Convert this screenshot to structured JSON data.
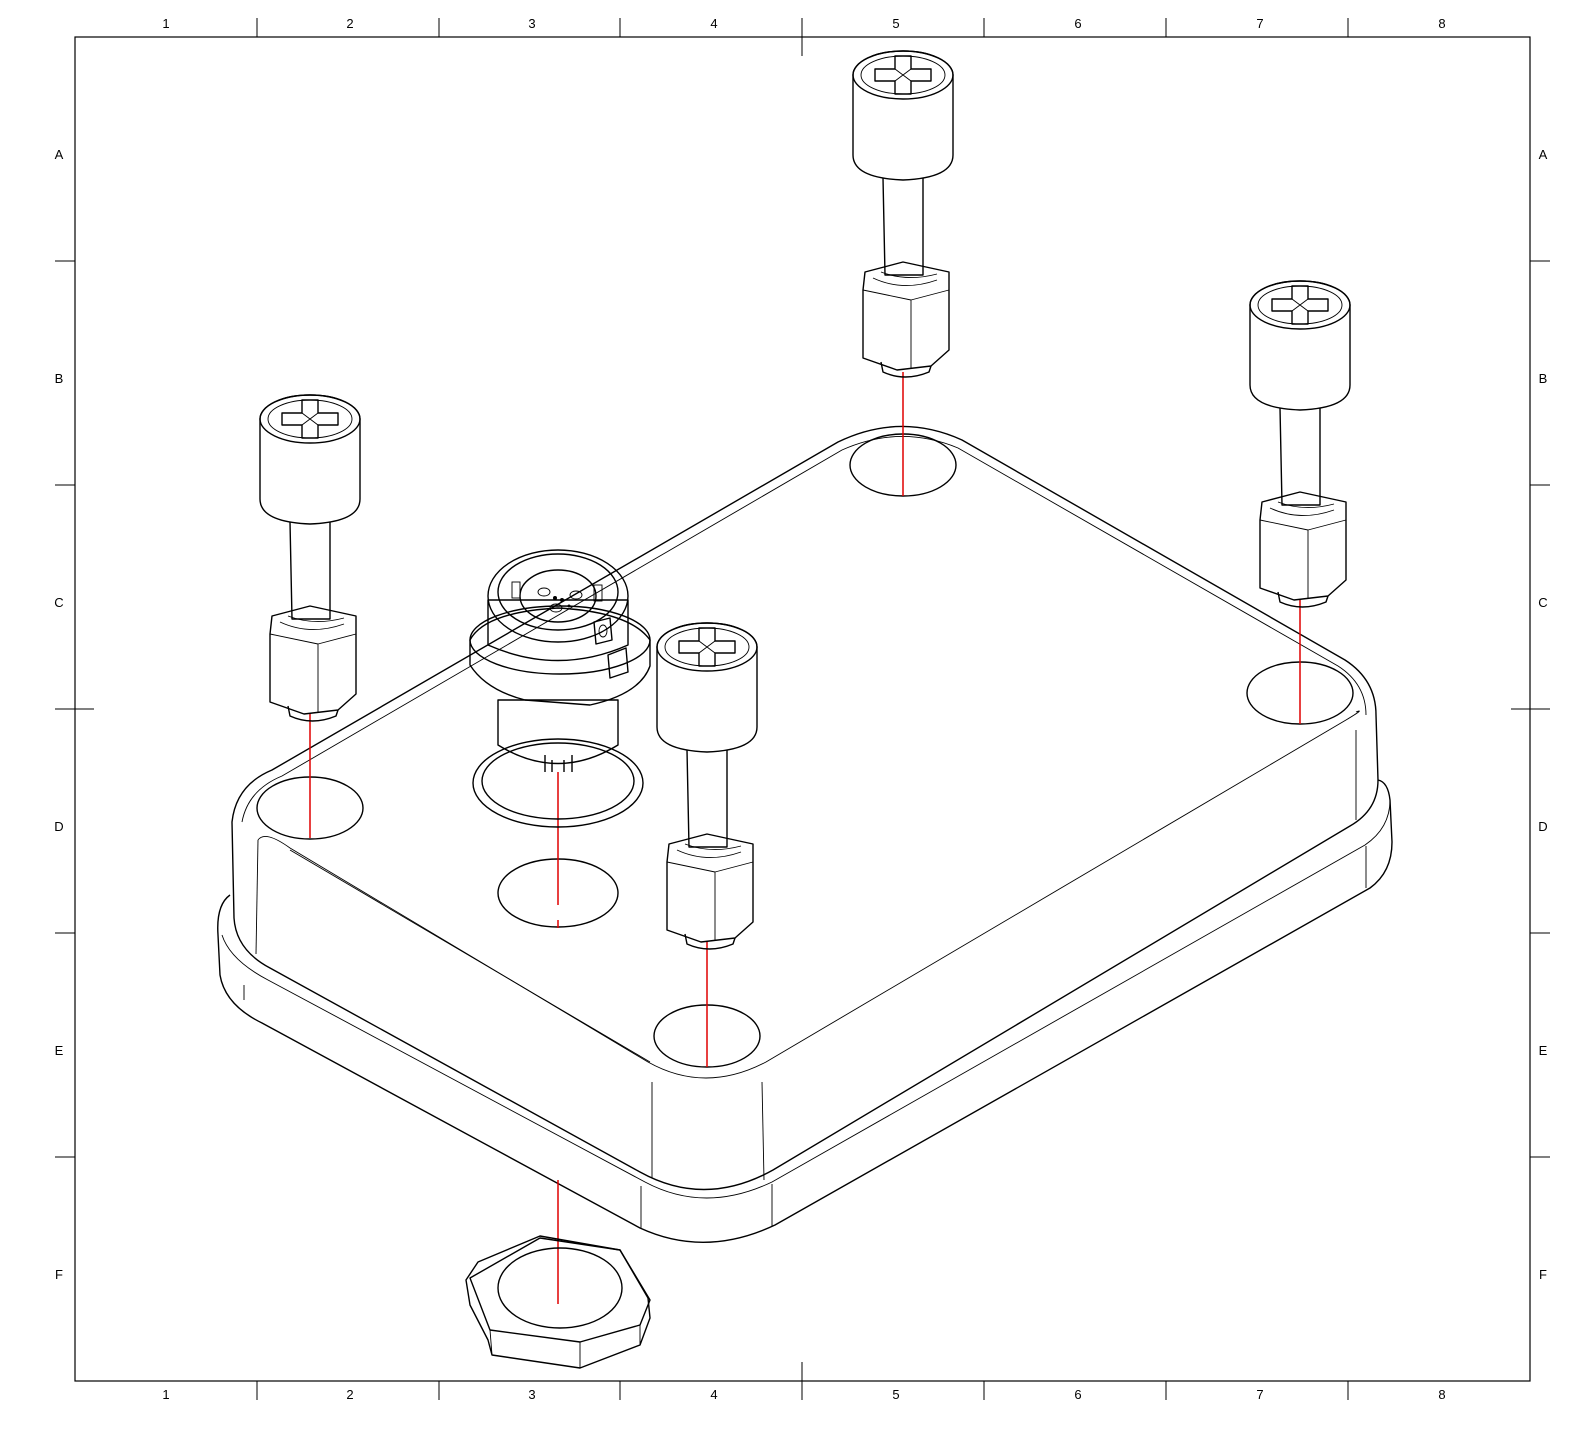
{
  "sheet": {
    "column_zones": [
      "1",
      "2",
      "3",
      "4",
      "5",
      "6",
      "7",
      "8"
    ],
    "row_zones": [
      "A",
      "B",
      "C",
      "D",
      "E",
      "F"
    ]
  },
  "colors": {
    "screw": "#2b8fc2",
    "connector": "#5aa0c4",
    "washer": "#c9893a",
    "nut": "#c09060",
    "axis_line": "#e00000",
    "outline": "#000000"
  }
}
